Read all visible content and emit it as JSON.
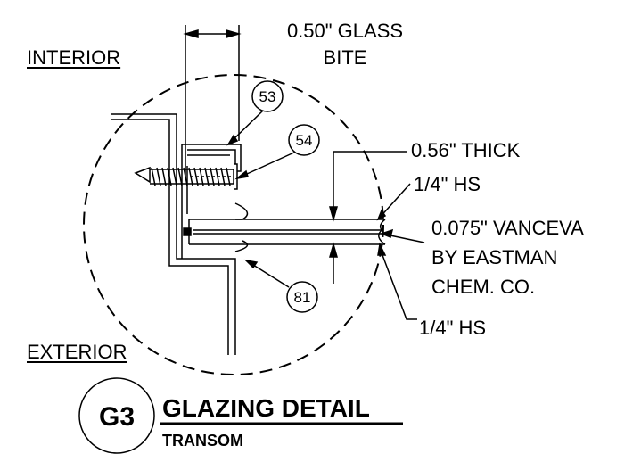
{
  "labels": {
    "interior": "INTERIOR",
    "exterior": "EXTERIOR",
    "glass_bite_line1": "0.50\" GLASS",
    "glass_bite_line2": "BITE",
    "thick": "0.56\" THICK",
    "hs_top": "1/4\" HS",
    "vanceva_line1": "0.075\" VANCEVA",
    "vanceva_line2": "BY EASTMAN",
    "vanceva_line3": "CHEM. CO.",
    "hs_bottom": "1/4\" HS"
  },
  "callouts": {
    "c53": "53",
    "c54": "54",
    "c81": "81"
  },
  "title_block": {
    "detail_id": "G3",
    "title": "GLAZING DETAIL",
    "subtitle": "TRANSOM"
  }
}
